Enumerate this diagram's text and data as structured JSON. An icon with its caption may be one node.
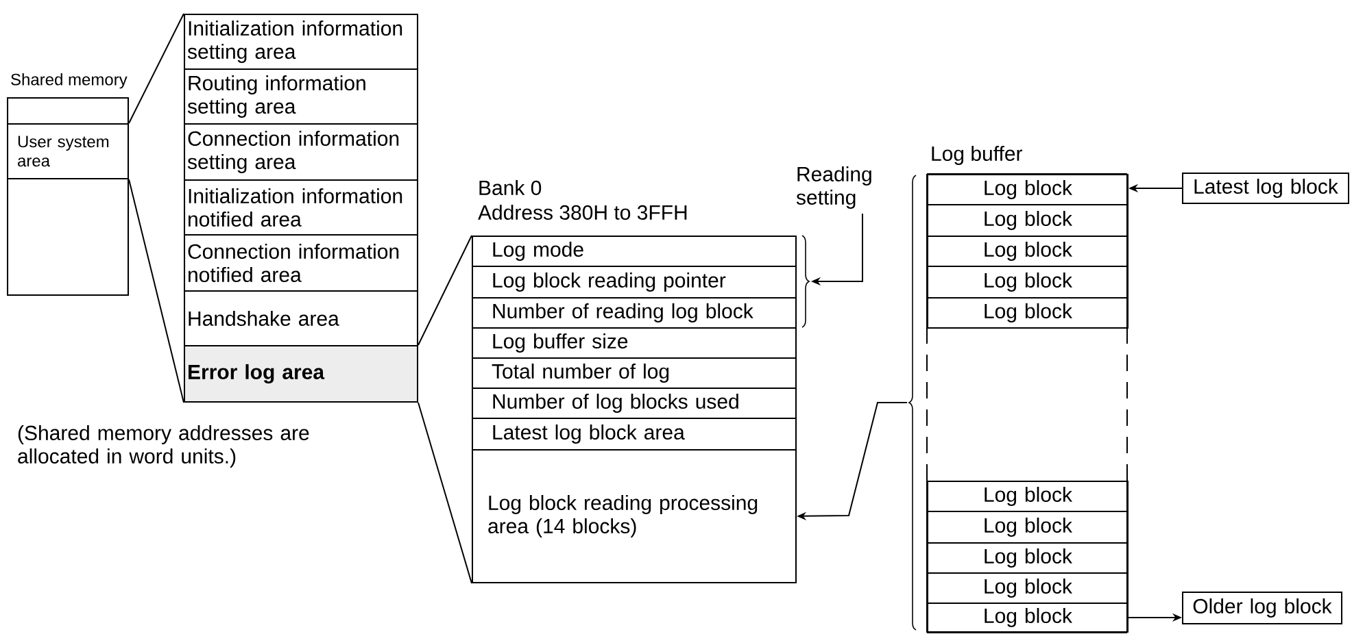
{
  "diagram": {
    "nodes": [
      {
        "text": [
          "Shared memory"
        ]
      },
      {
        "text": [],
        "shape": "box",
        "in": 0
      },
      {
        "text": [
          "User system area"
        ],
        "in": 0
      },
      {
        "text": [],
        "shape": "box",
        "in": 0
      },
      {
        "text": [],
        "shape": "box"
      },
      {
        "text": [
          "Initialization information setting area"
        ],
        "in": 4
      },
      {
        "text": [
          "Routing information setting area"
        ],
        "in": 4
      },
      {
        "text": [
          "Connection information setting area"
        ],
        "in": 4
      },
      {
        "text": [
          "Initialization information notified area"
        ],
        "in": 4
      },
      {
        "text": [
          "Connection information notified area"
        ],
        "in": 4
      },
      {
        "text": [
          "Handshake area"
        ],
        "in": 4
      },
      {
        "text": [
          "Error log area"
        ],
        "in": 4
      },
      {
        "text": [
          "Bank 0",
          "Address 380H to 3FFH"
        ]
      },
      {
        "text": [
          "Log mode"
        ],
        "in": 12
      },
      {
        "text": [
          "Log block reading pointer"
        ],
        "in": 12
      },
      {
        "text": [
          "Number of reading log block"
        ],
        "in": 12
      },
      {
        "text": [
          "Log buffer size"
        ],
        "in": 12
      },
      {
        "text": [
          "Total number of log"
        ],
        "in": 12
      },
      {
        "text": [
          "Number of log blocks used"
        ],
        "in": 12
      },
      {
        "text": [
          "Latest log block area"
        ],
        "in": 12
      },
      {
        "text": [
          "Log block reading processing area (14 blocks)"
        ],
        "in": 12
      },
      {
        "text": [
          "Reading setting"
        ]
      },
      {
        "text": [],
        "shape": "brace"
      },
      {
        "text": [
          "Log buffer"
        ]
      },
      {
        "text": [
          "Log block"
        ],
        "in": 23
      },
      {
        "text": [
          "Log block"
        ],
        "in": 23
      },
      {
        "text": [
          "Log block"
        ],
        "in": 23
      },
      {
        "text": [
          "Log block"
        ],
        "in": 23
      },
      {
        "text": [
          "Log block"
        ],
        "in": 23
      },
      {
        "text": [
          "Log block"
        ],
        "in": 23
      },
      {
        "text": [
          "Log block"
        ],
        "in": 23
      },
      {
        "text": [
          "Log block"
        ],
        "in": 23
      },
      {
        "text": [
          "Log block"
        ],
        "in": 23
      },
      {
        "text": [
          "Log block"
        ],
        "in": 23
      },
      {
        "text": [],
        "shape": "brace"
      },
      {
        "text": [
          "Latest log block"
        ]
      },
      {
        "text": [
          "Older log block"
        ]
      }
    ],
    "edges": [
      {
        "from": 2,
        "to": 4,
        "arrow": "none"
      },
      {
        "from": 2,
        "to": 4,
        "arrow": "none"
      },
      {
        "from": 11,
        "to": 12,
        "arrow": "none"
      },
      {
        "from": 11,
        "to": 12,
        "arrow": "none"
      },
      {
        "from": 21,
        "to": 22,
        "arrow": "to"
      },
      {
        "from": 34,
        "to": 20,
        "arrow": "to"
      },
      {
        "from": 35,
        "to": 24,
        "arrow": "to"
      },
      {
        "from": 33,
        "to": 36,
        "arrow": "to"
      }
    ],
    "labels": [
      "(Shared memory addresses are allocated in word units.)"
    ]
  }
}
